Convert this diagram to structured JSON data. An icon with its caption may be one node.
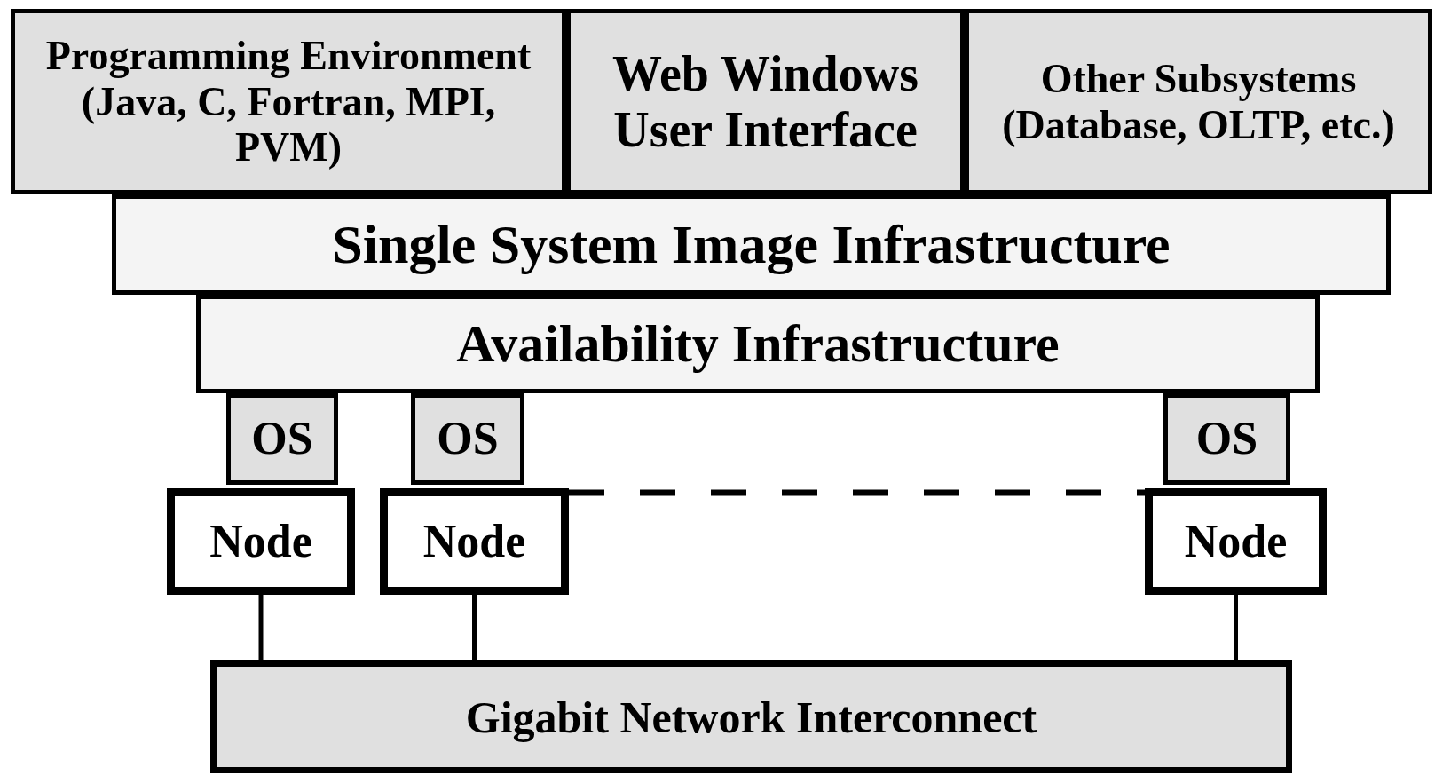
{
  "diagram": {
    "nodes": [
      {
        "text": [
          "Programming Environment (Java, C, Fortran, MPI, PVM)"
        ]
      },
      {
        "text": [
          "Web Windows User Interface"
        ]
      },
      {
        "text": [
          "Other Subsystems (Database, OLTP, etc.)"
        ]
      },
      {
        "text": [
          "Single System Image Infrastructure"
        ]
      },
      {
        "text": [
          "Availability Infrastructure"
        ]
      },
      {
        "text": [
          "OS"
        ]
      },
      {
        "text": [
          "OS"
        ]
      },
      {
        "text": [
          "OS"
        ]
      },
      {
        "text": [
          "Node"
        ]
      },
      {
        "text": [
          "Node"
        ]
      },
      {
        "text": [
          "Node"
        ]
      },
      {
        "text": [
          "Gigabit Network Interconnect"
        ]
      }
    ],
    "edges": [
      {
        "from": 8,
        "to": 11,
        "arrow": "none"
      },
      {
        "from": 9,
        "to": 11,
        "arrow": "none"
      },
      {
        "from": 10,
        "to": 11,
        "arrow": "none"
      },
      {
        "from": 9,
        "to": 10,
        "arrow": "none",
        "style": "dashed"
      }
    ]
  }
}
